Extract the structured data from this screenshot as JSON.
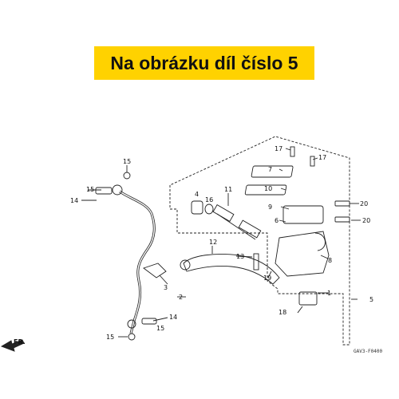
{
  "banner": {
    "text": "Na obrázku díl číslo 5",
    "background": "#ffd200"
  },
  "callouts": {
    "c1": "1",
    "c2": "2",
    "c3": "3",
    "c4": "4",
    "c5": "5",
    "c6": "6",
    "c7": "7",
    "c8": "8",
    "c9": "9",
    "c10": "10",
    "c11": "11",
    "c12": "12",
    "c13": "13",
    "c14": "14",
    "c15": "15",
    "c16": "16",
    "c17": "17",
    "c18": "18",
    "c19": "19",
    "c20": "20"
  },
  "front_marker": "FR.",
  "diagram_code": "GAV3-F0400"
}
